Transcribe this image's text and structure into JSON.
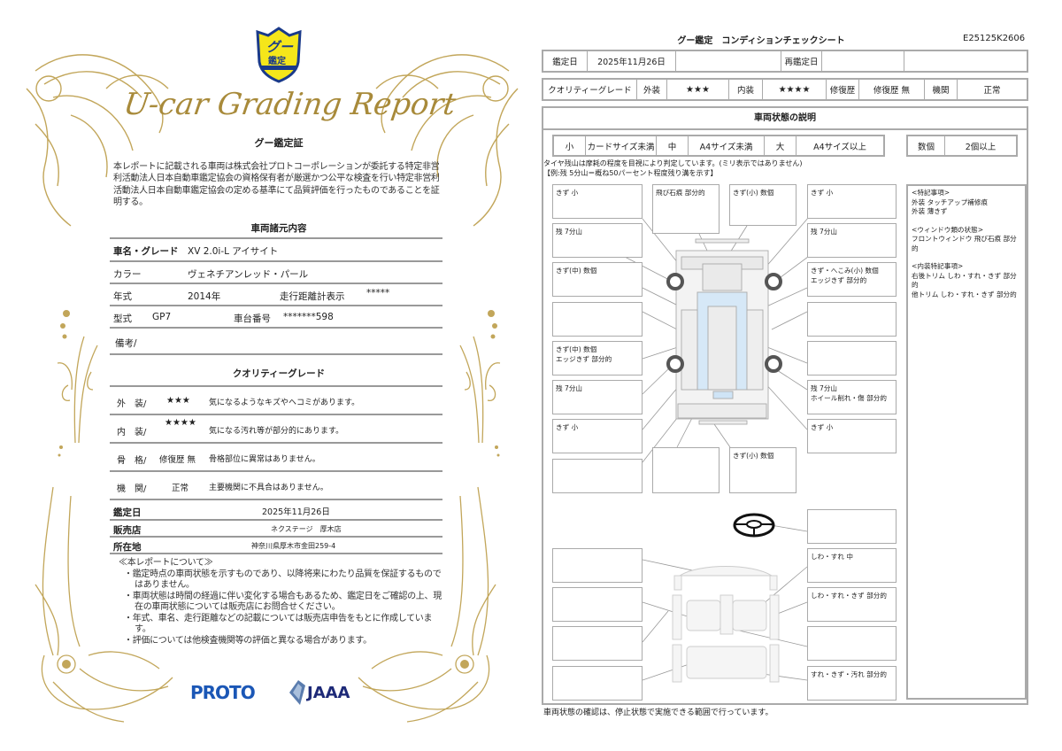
{
  "left": {
    "emblem": {
      "text_top": "グー",
      "text_bottom": "鑑定",
      "color_fill": "#f5e61a",
      "color_border": "#1a3a8a"
    },
    "script_title": "U-car Grading Report",
    "cert_title": "グー鑑定証",
    "cert_body": "本レポートに記載される車両は株式会社プロトコーポレーションが委託する特定非営利活動法人日本自動車鑑定協会の資格保有者が厳選かつ公平な検査を行い特定非営利活動法人日本自動車鑑定協会の定める基準にて品質評価を行ったものであることを証明する。",
    "specs_head": "車両諸元内容",
    "specs": {
      "name_label": "車名・グレード",
      "name_value": "XV 2.0i-L アイサイト",
      "color_label": "カラー",
      "color_value": "ヴェネチアンレッド・パール",
      "year_label": "年式",
      "year_value": "2014年",
      "mileage_label": "走行距離計表示",
      "mileage_value": "*****",
      "model_label": "型式",
      "model_value": "GP7",
      "chassis_label": "車台番号",
      "chassis_value": "*******598",
      "remarks_label": "備考/"
    },
    "grade_head": "クオリティーグレード",
    "grades": [
      {
        "label": "外　装/",
        "value": "★★★",
        "desc": "気になるようなキズやヘコミがあります。"
      },
      {
        "label": "内　装/",
        "value": "★★★★",
        "desc": "気になる汚れ等が部分的にあります。"
      },
      {
        "label": "骨　格/",
        "value": "修復歴 無",
        "desc": "骨格部位に異常はありません。"
      },
      {
        "label": "機　関/",
        "value": "正常",
        "desc": "主要機関に不具合はありません。"
      }
    ],
    "info": {
      "date_label": "鑑定日",
      "date_value": "2025年11月26日",
      "shop_label": "販売店",
      "shop_value": "ネクステージ　厚木店",
      "address_label": "所在地",
      "address_value": "神奈川県厚木市金田259-4"
    },
    "disclaimer": {
      "head": "≪本レポートについて≫",
      "items": [
        "・鑑定時点の車両状態を示すものであり、以降将来にわたり品質を保証するものではありません。",
        "・車両状態は時間の経過に伴い変化する場合もあるため、鑑定日をご確認の上、現在の車両状態については販売店にお問合せください。",
        "・年式、車名、走行距離などの記載については販売店申告をもとに作成しています。",
        "・評価については他検査機関等の評価と異なる場合があります。"
      ]
    },
    "logos": {
      "proto": "PROTO",
      "jaaa": "JAAA",
      "proto_color": "#1b57b6",
      "jaaa_color": "#1e2a78"
    },
    "ornament_color": "#c2a65a"
  },
  "right": {
    "title": "グー鑑定　コンディションチェックシート",
    "sheet_id": "E25125K2606",
    "date_row": {
      "date_label": "鑑定日",
      "date_value": "2025年11月26日",
      "blank1": "",
      "reinspect_label": "再鑑定日",
      "reinspect_value": "",
      "blank2": ""
    },
    "grade_row": {
      "label": "クオリティーグレード",
      "exterior_label": "外装",
      "exterior_value": "★★★",
      "interior_label": "内装",
      "interior_value": "★★★★",
      "repair_label": "修復歴",
      "repair_value": "修復歴 無",
      "engine_label": "機関",
      "engine_value": "正常"
    },
    "condition_title": "車両状態の説明",
    "size_legend": [
      {
        "key": "小",
        "desc": "カードサイズ未満"
      },
      {
        "key": "中",
        "desc": "A4サイズ未満"
      },
      {
        "key": "大",
        "desc": "A4サイズ以上"
      }
    ],
    "count_legend": {
      "key": "数個",
      "desc": "2個以上"
    },
    "tire_note_1": "タイヤ残山は摩耗の程度を目視により判定しています。(ミリ表示ではありません)",
    "tire_note_2": "【例:残 5分山＝概ね50パーセント程度残り溝を示す】",
    "exterior_boxes": [
      {
        "id": "front-left-corner",
        "lines": [
          "きず 小"
        ]
      },
      {
        "id": "front-windshield",
        "lines": [
          "飛び石痕 部分的"
        ]
      },
      {
        "id": "front-bumper",
        "lines": [
          "きず(小) 数個"
        ]
      },
      {
        "id": "front-right-corner",
        "lines": [
          "きず 小"
        ]
      },
      {
        "id": "tire-front-left",
        "lines": [
          "残 7分山"
        ]
      },
      {
        "id": "tire-front-right",
        "lines": [
          "残 7分山"
        ]
      },
      {
        "id": "front-left-fender",
        "lines": [
          "きず(中) 数個"
        ]
      },
      {
        "id": "front-right-fender",
        "lines": [
          "きず・へこみ(小) 数個",
          "エッジきず 部分的"
        ]
      },
      {
        "id": "left-front-door",
        "lines": []
      },
      {
        "id": "right-front-door",
        "lines": []
      },
      {
        "id": "left-rear-door",
        "lines": [
          "きず(中) 数個",
          "エッジきず 部分的"
        ]
      },
      {
        "id": "right-rear-door",
        "lines": []
      },
      {
        "id": "tire-rear-left",
        "lines": [
          "残 7分山"
        ]
      },
      {
        "id": "tire-rear-right",
        "lines": [
          "残 7分山",
          "ホイール削れ・傷 部分的"
        ]
      },
      {
        "id": "rear-left-quarter",
        "lines": [
          "きず 小"
        ]
      },
      {
        "id": "rear-right-quarter",
        "lines": [
          "きず 小"
        ]
      },
      {
        "id": "rear-left-lower",
        "lines": []
      },
      {
        "id": "roof",
        "lines": []
      },
      {
        "id": "rear-bumper",
        "lines": [
          "きず(小) 数個"
        ]
      }
    ],
    "interior_boxes": [
      {
        "id": "steering",
        "lines": []
      },
      {
        "id": "dashboard",
        "lines": []
      },
      {
        "id": "driver-seat",
        "lines": [
          "しわ・すれ 中"
        ]
      },
      {
        "id": "passenger-seat-left",
        "lines": []
      },
      {
        "id": "right-door-trim",
        "lines": [
          "しわ・すれ・きず 部分的"
        ]
      },
      {
        "id": "left-door-trim",
        "lines": []
      },
      {
        "id": "console",
        "lines": []
      },
      {
        "id": "rear-seat-left",
        "lines": []
      },
      {
        "id": "rear-seat",
        "lines": [
          "すれ・きず・汚れ 部分的"
        ]
      }
    ],
    "notes": {
      "special_head": "<特記事項>",
      "special_items": [
        "外装 タッチアップ補修痕",
        "外装 薄きず"
      ],
      "window_head": "<ウィンドウ類の状態>",
      "window_items": [
        "フロントウィンドウ 飛び石痕 部分的"
      ],
      "interior_head": "<内装特記事項>",
      "interior_items": [
        "右後トリム しわ・すれ・きず 部分的",
        "他トリム しわ・すれ・きず 部分的"
      ]
    },
    "footnote": "車両状態の確認は、停止状態で実施できる範囲で行っています。"
  }
}
